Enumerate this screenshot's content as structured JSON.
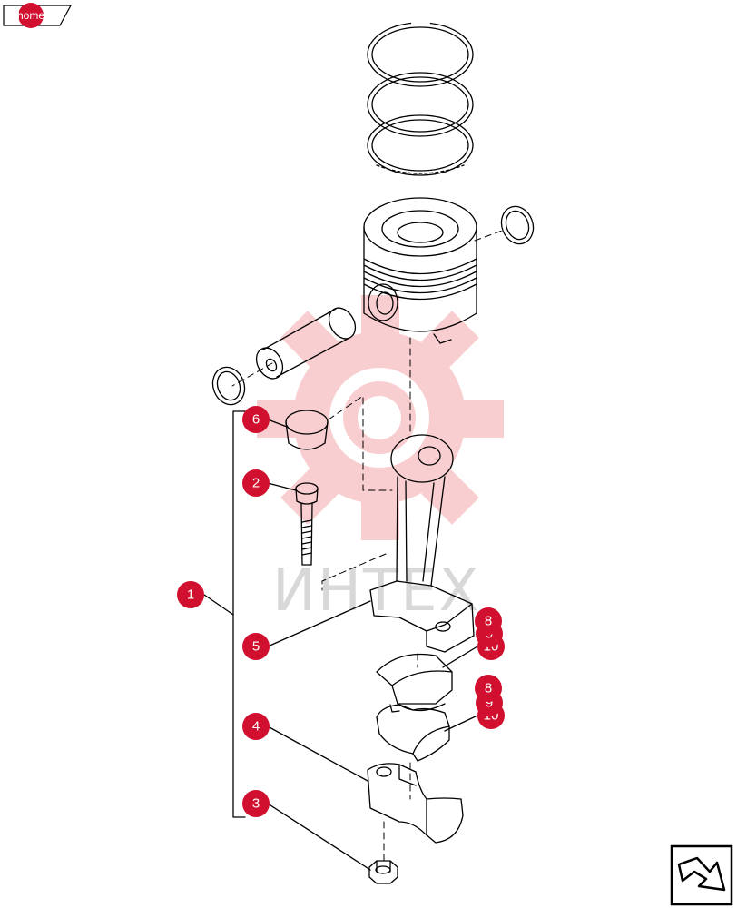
{
  "home": {
    "label": "home"
  },
  "watermark": {
    "text": "ИНТЕХ"
  },
  "colors": {
    "callout": "#d0102e",
    "line": "#000000",
    "watermark_logo": "#f7c6c8",
    "watermark_text": "#d8d8d8"
  },
  "callouts": [
    {
      "label": "6"
    },
    {
      "label": "2"
    },
    {
      "label": "1"
    },
    {
      "label": "5"
    },
    {
      "label": "4"
    },
    {
      "label": "3"
    },
    {
      "label": "8"
    },
    {
      "label": "9"
    },
    {
      "label": "10"
    },
    {
      "label": "8"
    },
    {
      "label": "9"
    },
    {
      "label": "10"
    }
  ],
  "nav_icon": "next-page-arrow-icon"
}
